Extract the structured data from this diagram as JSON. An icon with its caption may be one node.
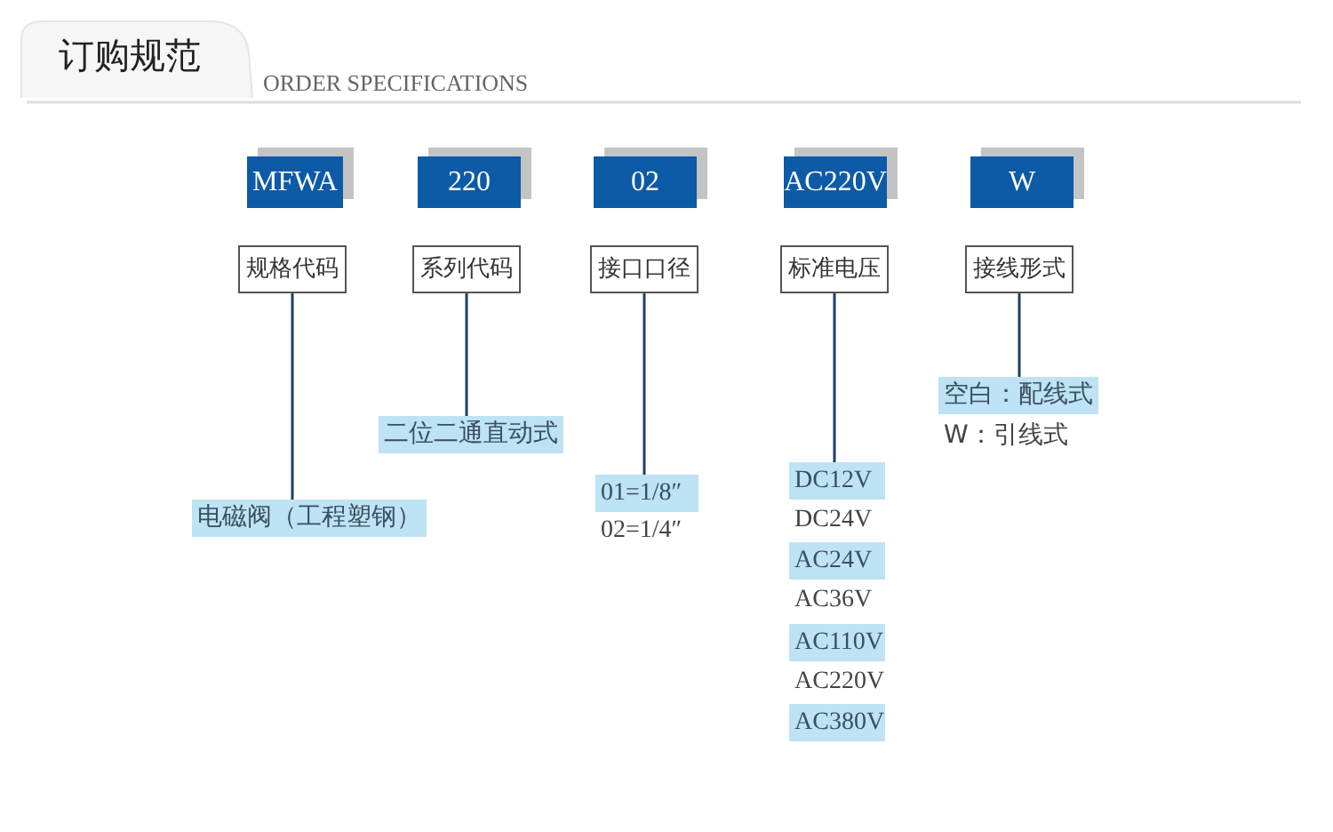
{
  "diagram": {
    "title": "订购规范",
    "nodes": [
      {
        "text": [
          "MFWA"
        ]
      },
      {
        "text": [
          "220"
        ]
      },
      {
        "text": [
          "02"
        ]
      },
      {
        "text": [
          "AC220V"
        ]
      },
      {
        "text": [
          "W"
        ]
      },
      {
        "text": [
          "规格代码"
        ]
      },
      {
        "text": [
          "系列代码"
        ]
      },
      {
        "text": [
          "接口口径"
        ]
      },
      {
        "text": [
          "标准电压"
        ]
      },
      {
        "text": [
          "接线形式"
        ]
      },
      {
        "text": [
          "空白：配线式"
        ]
      },
      {
        "text": [
          "二位二通直动式"
        ]
      },
      {
        "text": [
          "DC12V"
        ]
      },
      {
        "text": [
          "01=1/8″"
        ]
      },
      {
        "text": [
          "电磁阀（工程塑钢）"
        ]
      },
      {
        "text": [
          "AC24V"
        ]
      },
      {
        "text": [
          "AC110V"
        ]
      },
      {
        "text": [
          "AC380V"
        ]
      }
    ],
    "edges": [
      {
        "from": 5,
        "to": 14,
        "arrow": "none"
      },
      {
        "from": 6,
        "to": 11,
        "arrow": "none"
      },
      {
        "from": 7,
        "to": 13,
        "arrow": "none"
      },
      {
        "from": 8,
        "to": 12,
        "arrow": "none"
      },
      {
        "from": 9,
        "to": 10,
        "arrow": "none"
      }
    ],
    "labels": [
      "ORDER SPECIFICATIONS",
      "W：引线式",
      "02=1/4″",
      "DC24V",
      "AC36V",
      "AC220V"
    ]
  }
}
